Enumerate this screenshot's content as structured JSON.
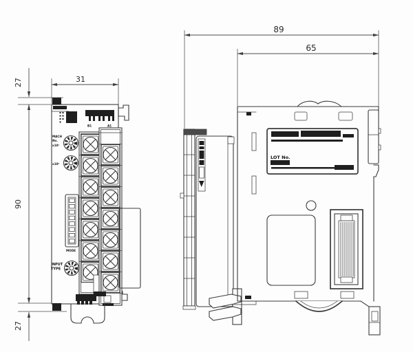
{
  "drawing": {
    "kind": "module-dimension-drawing",
    "front_view": {
      "dimensions": {
        "top_offset": "27",
        "width": "31",
        "height": "90",
        "bottom_offset": "27"
      },
      "labels": {
        "conn_left": "B1",
        "conn_right": "A1",
        "rotary_line1": "MACH",
        "rotary_line2": "No.",
        "rotary_line3": "x10¹",
        "rotary_line4": "x10⁰",
        "dip_label": "MODE",
        "input_type_line1": "INPUT",
        "input_type_line2": "TYPE"
      }
    },
    "side_view": {
      "dimensions": {
        "depth_overall": "89",
        "depth_body": "65"
      },
      "nameplate": {
        "lot_label": "LOT No."
      }
    }
  }
}
